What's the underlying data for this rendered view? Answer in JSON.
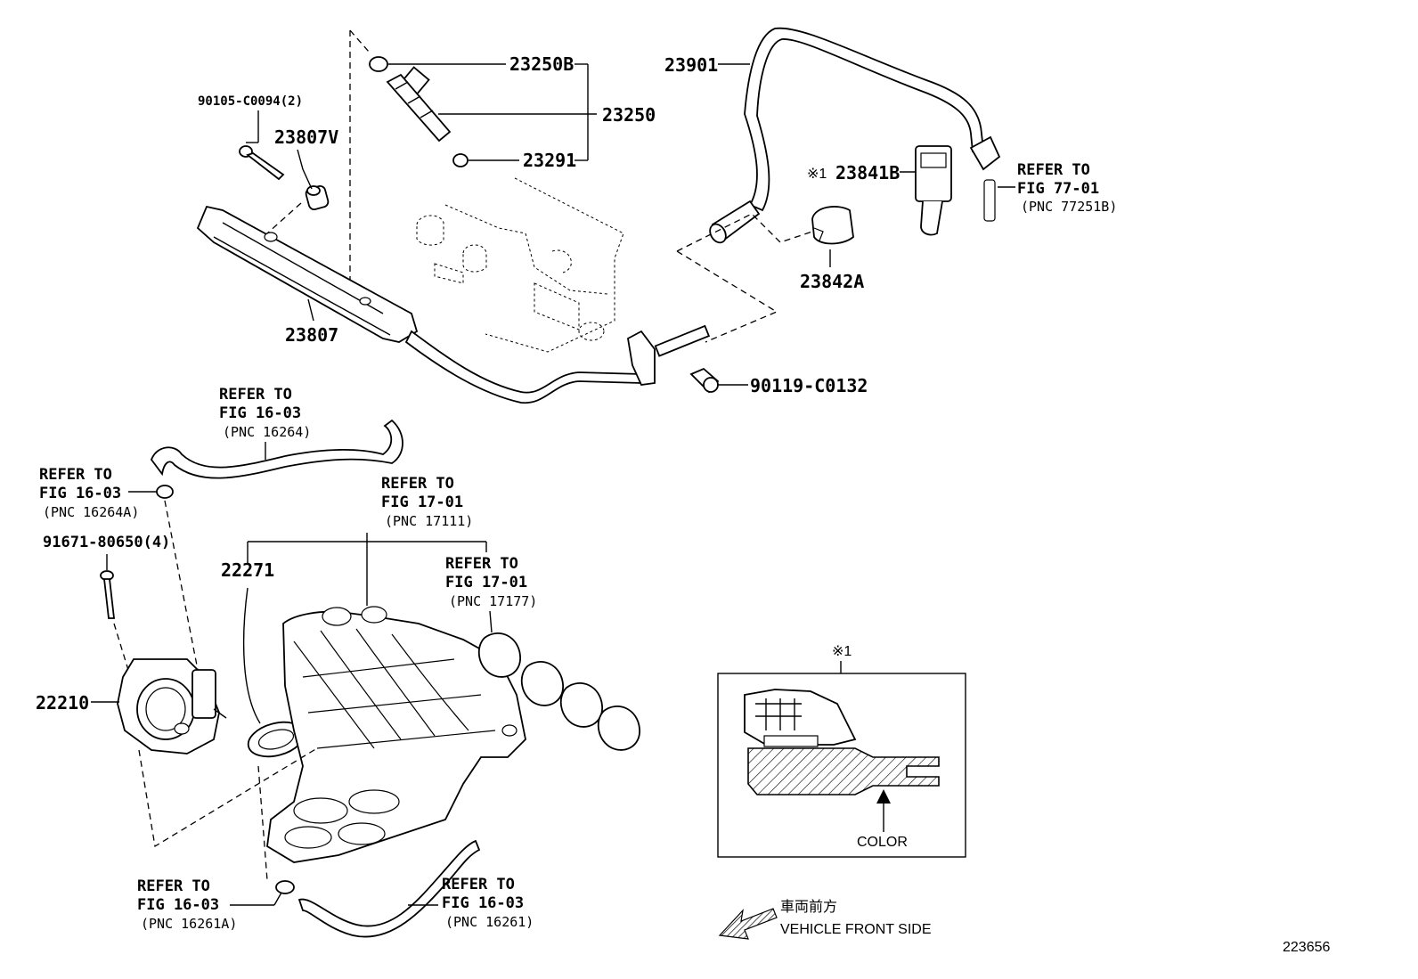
{
  "parts": {
    "p23250B": "23250B",
    "p23250": "23250",
    "p23291": "23291",
    "p90105": "90105-C0094(2)",
    "p23807V": "23807V",
    "p23807": "23807",
    "p23901": "23901",
    "p23841B": "23841B",
    "p23841B_mark": "※1",
    "p23842A": "23842A",
    "p90119": "90119-C0132",
    "p91671": "91671-80650(4)",
    "p22271": "22271",
    "p22210": "22210"
  },
  "refs": {
    "r77": {
      "line1": "REFER TO",
      "line2": "FIG 77-01",
      "pnc": "(PNC 77251B)"
    },
    "r16264": {
      "line1": "REFER TO",
      "line2": "FIG 16-03",
      "pnc": "(PNC 16264)"
    },
    "r16264A": {
      "line1": "REFER TO",
      "line2": "FIG 16-03",
      "pnc": "(PNC 16264A)"
    },
    "r17111": {
      "line1": "REFER TO",
      "line2": "FIG 17-01",
      "pnc": "(PNC 17111)"
    },
    "r17177": {
      "line1": "REFER TO",
      "line2": "FIG 17-01",
      "pnc": "(PNC 17177)"
    },
    "r16261A": {
      "line1": "REFER TO",
      "line2": "FIG 16-03",
      "pnc": "(PNC 16261A)"
    },
    "r16261": {
      "line1": "REFER TO",
      "line2": "FIG 16-03",
      "pnc": "(PNC 16261)"
    }
  },
  "inset": {
    "mark": "※1",
    "color_label": "COLOR"
  },
  "direction": {
    "jp": "車両前方",
    "en": "VEHICLE FRONT SIDE"
  },
  "figure_id": "223656"
}
